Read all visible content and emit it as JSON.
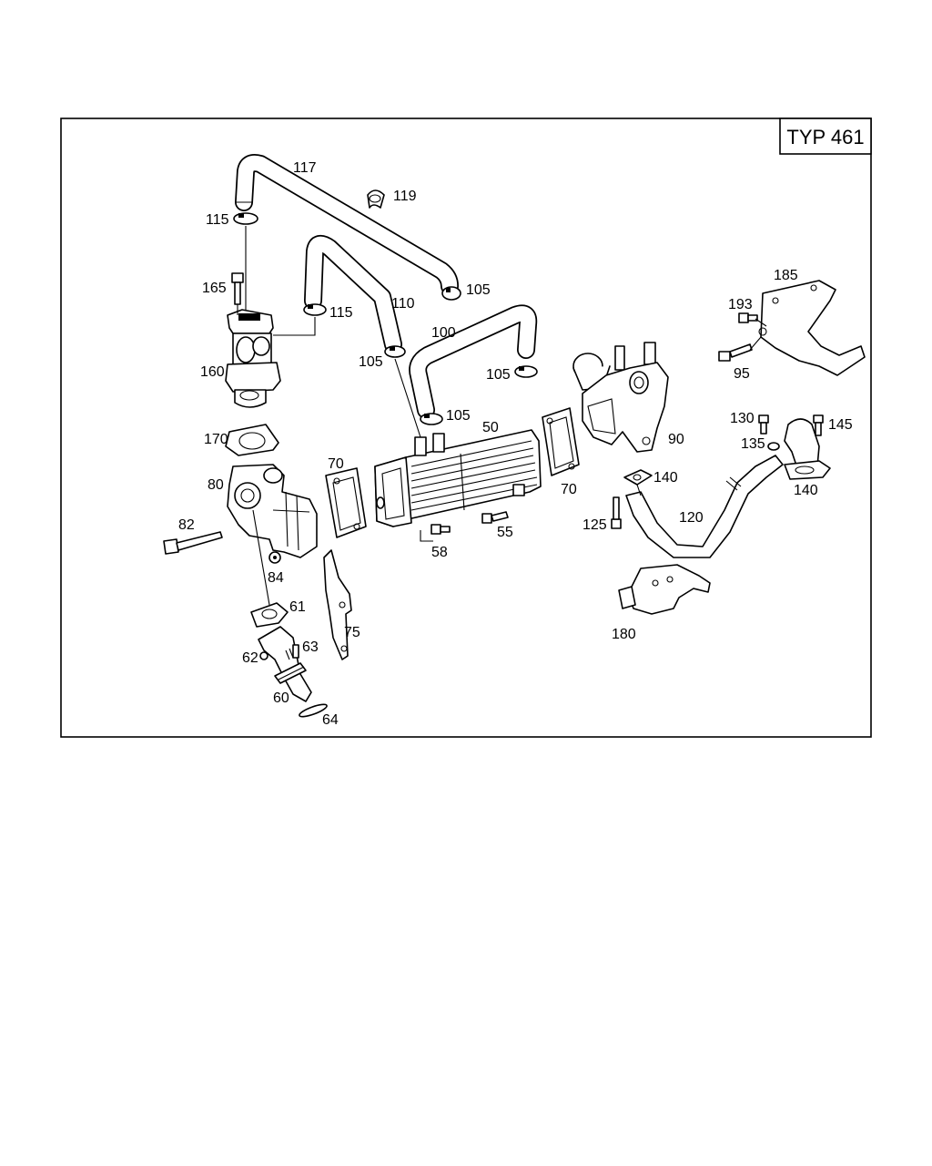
{
  "diagram": {
    "type_badge": "TYP 461",
    "labels": {
      "p117": "117",
      "p119": "119",
      "p115a": "115",
      "p115b": "115",
      "p165": "165",
      "p105a": "105",
      "p110": "110",
      "p100": "100",
      "p105b": "105",
      "p105c": "105",
      "p105d": "105",
      "p185": "185",
      "p193": "193",
      "p95": "95",
      "p160": "160",
      "p50": "50",
      "p90": "90",
      "p130": "130",
      "p145": "145",
      "p135": "135",
      "p170": "170",
      "p80": "80",
      "p70a": "70",
      "p70b": "70",
      "p140a": "140",
      "p140b": "140",
      "p82": "82",
      "p58": "58",
      "p55": "55",
      "p125": "125",
      "p120": "120",
      "p84": "84",
      "p61": "61",
      "p75": "75",
      "p63": "63",
      "p62": "62",
      "p60": "60",
      "p64": "64",
      "p180": "180"
    }
  }
}
